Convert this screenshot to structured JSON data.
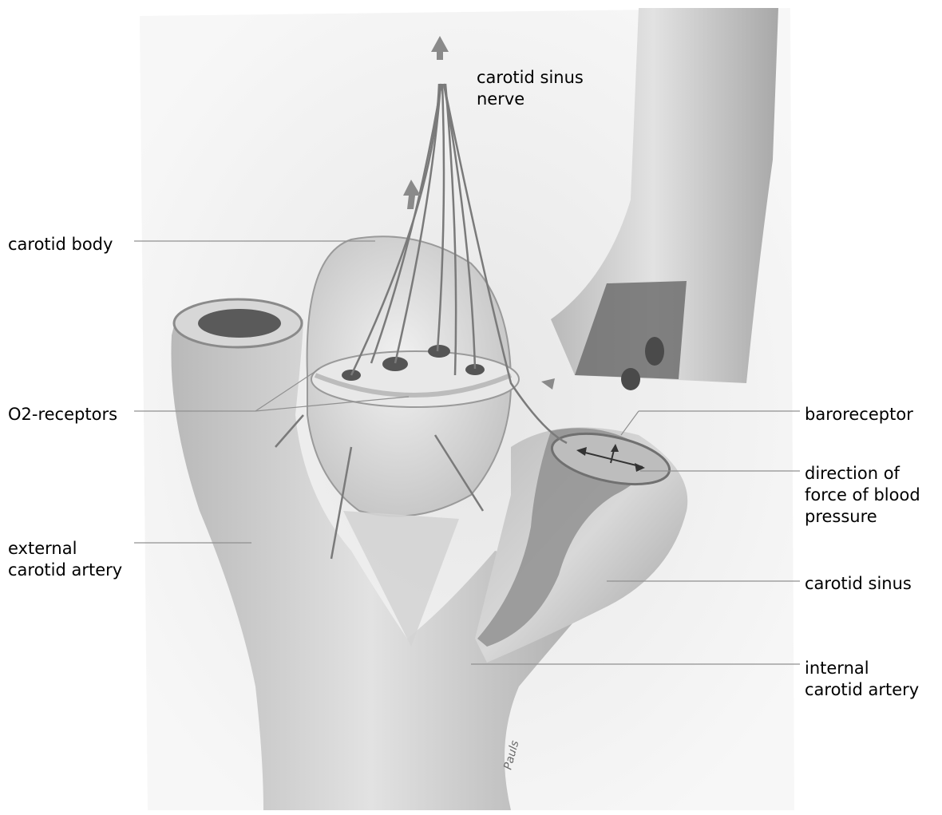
{
  "labels": {
    "carotid_sinus_nerve": "carotid sinus\nnerve",
    "carotid_body": "carotid body",
    "o2_receptors": "O2-receptors",
    "external_carotid_artery": "external\ncarotid artery",
    "baroreceptor": "baroreceptor",
    "direction_of_force": "direction of\nforce of blood\npressure",
    "carotid_sinus": "carotid sinus",
    "internal_carotid_artery": "internal\ncarotid artery"
  },
  "artist_signature": "Pauls",
  "colors": {
    "background": "#ffffff",
    "vessel": "#c9c9c9",
    "vessel_shadow": "#9a9a9a",
    "nerve": "#7a7a7a",
    "leader_line": "#909090",
    "label_text": "#000000"
  }
}
